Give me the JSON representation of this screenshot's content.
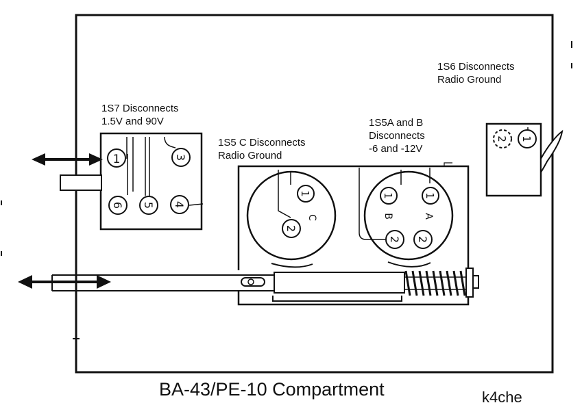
{
  "labels": {
    "s7": {
      "line1": "1S7 Disconnects",
      "line2": "1.5V and 90V"
    },
    "s5c": {
      "line1": "1S5 C Disconnects",
      "line2": "Radio Ground"
    },
    "s5ab": {
      "line1": "1S5A and B",
      "line2": "Disconnects",
      "line3": "-6 and -12V"
    },
    "s6": {
      "line1": "1S6 Disconnects",
      "line2": "Radio Ground"
    }
  },
  "switch_1s7": {
    "contacts": [
      "1",
      "6",
      "5",
      "3",
      "4"
    ]
  },
  "switch_1s5": {
    "section_c": {
      "letter": "C",
      "contacts": [
        "1",
        "2"
      ]
    },
    "section_b": {
      "letter": "B",
      "contacts": [
        "1",
        "2"
      ]
    },
    "section_a": {
      "letter": "A",
      "contacts": [
        "1",
        "2"
      ]
    }
  },
  "switch_1s6": {
    "contacts": [
      "2",
      "1"
    ]
  },
  "caption": "BA-43/PE-10 Compartment",
  "author": "k4che"
}
